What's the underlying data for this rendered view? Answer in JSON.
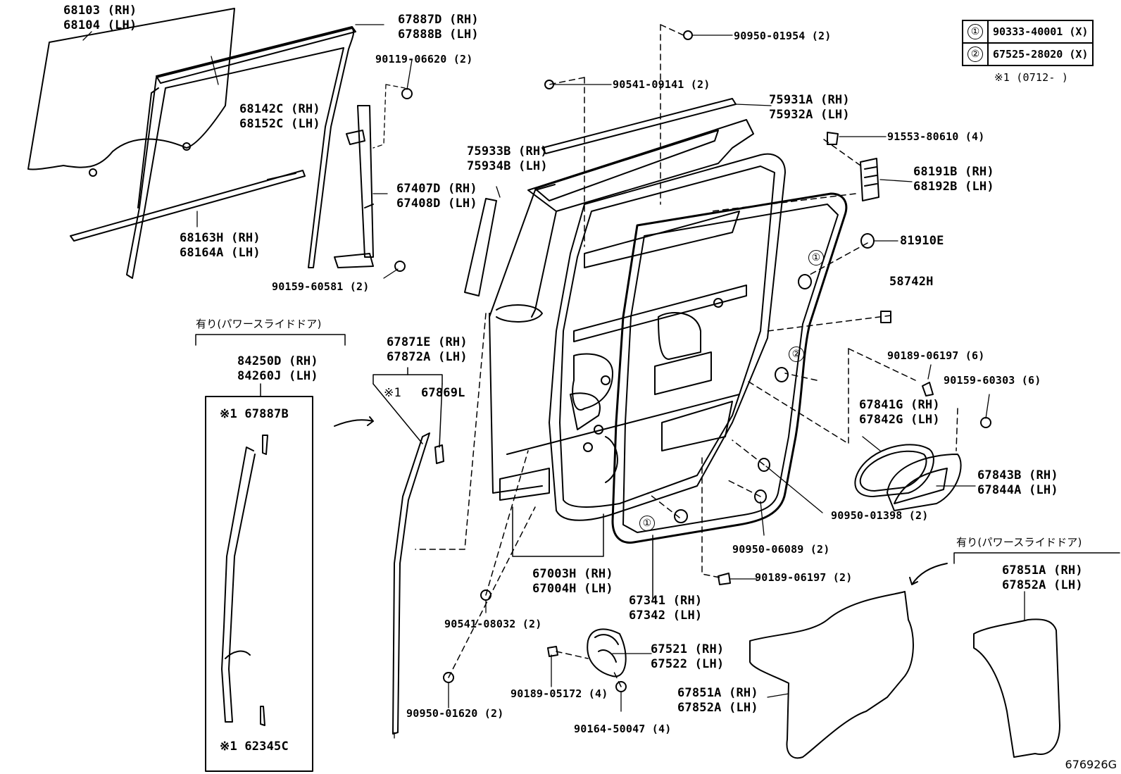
{
  "ref_table": [
    {
      "marker": "①",
      "part": "90333-40001 (X)"
    },
    {
      "marker": "②",
      "part": "67525-28020 (X)"
    }
  ],
  "ref_note": "※1 (0712-      )",
  "figure_number": "676926G",
  "power_slide_note": "有り(パワースライドドア)",
  "labels": {
    "l68103": [
      "68103 (RH)",
      "68104 (LH)"
    ],
    "l67887d": [
      "67887D (RH)",
      "67888B (LH)"
    ],
    "l90119": [
      "90119-06620 (2)"
    ],
    "l68142": [
      "68142C (RH)",
      "68152C (LH)"
    ],
    "l90950_01954": [
      "90950-01954 (2)"
    ],
    "l90541_09141": [
      "90541-09141 (2)"
    ],
    "l75931": [
      "75931A (RH)",
      "75932A (LH)"
    ],
    "l91553": [
      "91553-80610 (4)"
    ],
    "l75933": [
      "75933B (RH)",
      "75934B (LH)"
    ],
    "l67407": [
      "67407D (RH)",
      "67408D (LH)"
    ],
    "l68191": [
      "68191B (RH)",
      "68192B (LH)"
    ],
    "l68163": [
      "68163H (RH)",
      "68164A (LH)"
    ],
    "l81910": [
      "81910E"
    ],
    "l90159_60581": [
      "90159-60581 (2)"
    ],
    "l58742": [
      "58742H"
    ],
    "l84250": [
      "84250D (RH)",
      "84260J (LH)"
    ],
    "l67871": [
      "67871E (RH)",
      "67872A (LH)"
    ],
    "l90189_06197_6": [
      "90189-06197 (6)"
    ],
    "l90159_60303": [
      "90159-60303 (6)"
    ],
    "l_star_a": [
      "※1"
    ],
    "l67869": [
      "67869L"
    ],
    "l67887b": [
      "※1 67887B"
    ],
    "l67841": [
      "67841G (RH)",
      "67842G (LH)"
    ],
    "l67843": [
      "67843B (RH)",
      "67844A (LH)"
    ],
    "l90950_01398": [
      "90950-01398 (2)"
    ],
    "l90950_06089": [
      "90950-06089 (2)"
    ],
    "l67003": [
      "67003H (RH)",
      "67004H (LH)"
    ],
    "l67341": [
      "67341 (RH)",
      "67342 (LH)"
    ],
    "l90189_06197_2": [
      "90189-06197 (2)"
    ],
    "l67851_r": [
      "67851A (RH)",
      "67852A (LH)"
    ],
    "l90541_08032": [
      "90541-08032 (2)"
    ],
    "l67521": [
      "67521 (RH)",
      "67522 (LH)"
    ],
    "l90189_05172": [
      "90189-05172 (4)"
    ],
    "l67851_l": [
      "67851A (RH)",
      "67852A (LH)"
    ],
    "l90950_01620": [
      "90950-01620 (2)"
    ],
    "l90164": [
      "90164-50047 (4)"
    ],
    "l62345": [
      "※1 62345C"
    ]
  },
  "markers": {
    "m1a": "①",
    "m2": "②",
    "m1b": "①"
  }
}
